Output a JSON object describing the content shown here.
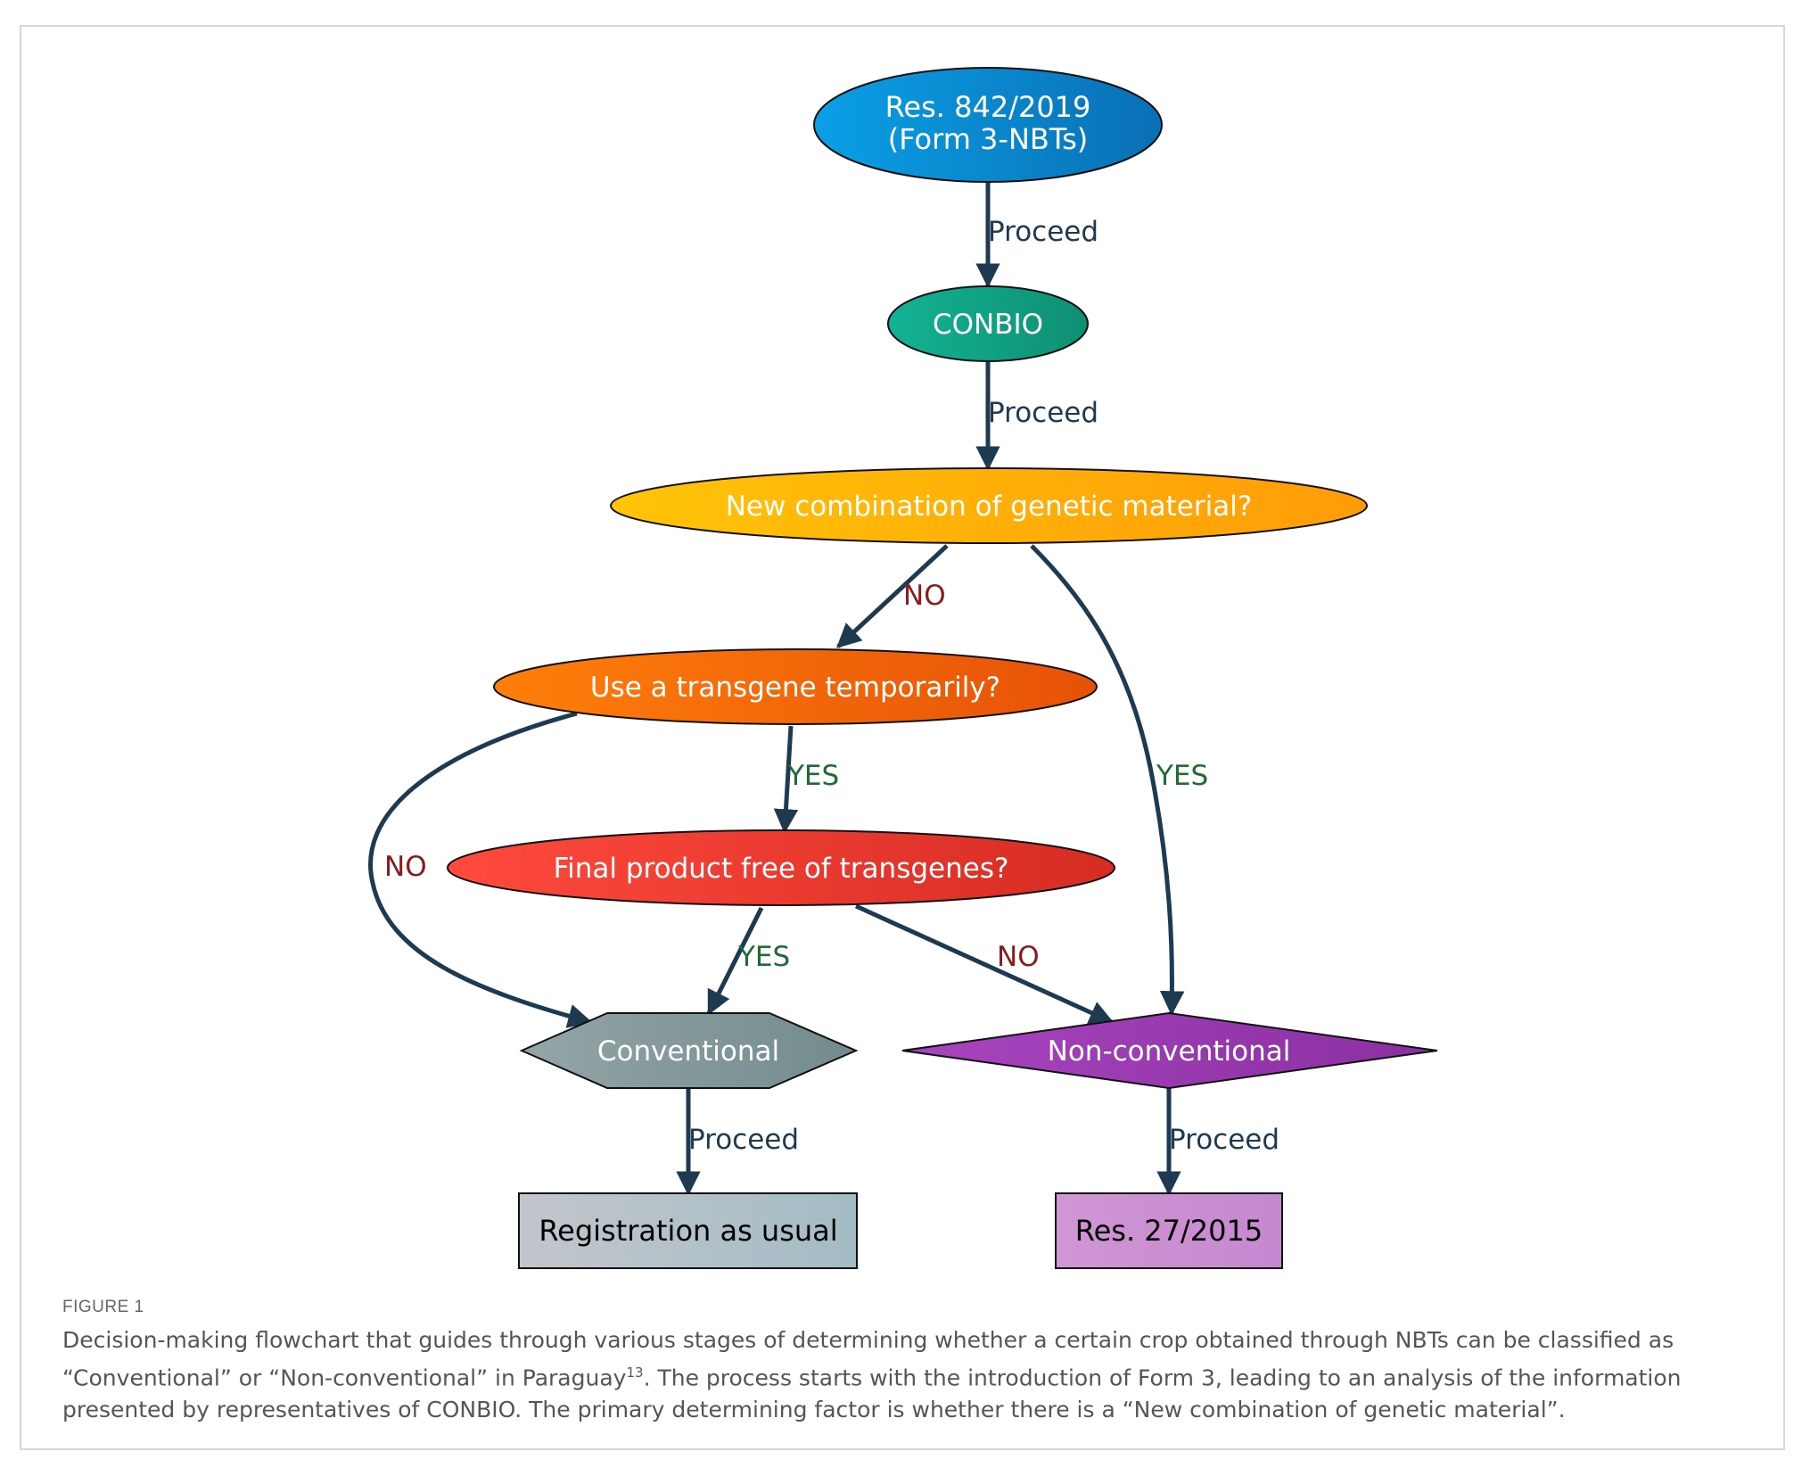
{
  "figure_label": "FIGURE 1",
  "caption": {
    "part1": "Decision-making flowchart that guides through various stages of determining whether a certain crop obtained through NBTs can be classified as “Conventional” or “Non-conventional” in Paraguay",
    "ref": "13",
    "part2": ". The process starts with the introduction of Form 3, leading to an analysis of the information presented by representatives of CONBIO. The primary determining factor is whether there is a “New combination of genetic material”."
  },
  "nodes": {
    "res842": {
      "line1": "Res. 842/2019",
      "line2": "(Form 3-NBTs)",
      "color": "#1a8fd8"
    },
    "conbio": {
      "label": "CONBIO",
      "color": "#16a085"
    },
    "newcombo": {
      "label": "New combination of genetic material?",
      "color": "#ffb300"
    },
    "transgene": {
      "label": "Use a transgene temporarily?",
      "color": "#f46b08"
    },
    "final": {
      "label": "Final product free of transgenes?",
      "color": "#e8372c"
    },
    "conventional": {
      "label": "Conventional",
      "color": "#839a9c"
    },
    "nonconventional": {
      "label": "Non-conventional",
      "color": "#9b3bb0"
    },
    "registration": {
      "label": "Registration as usual",
      "color": "#b5c0c4"
    },
    "res27": {
      "label": "Res. 27/2015",
      "color": "#c990d0"
    }
  },
  "edges": {
    "e1": "Proceed",
    "e2": "Proceed",
    "e3_no": "NO",
    "e4_yes": "YES",
    "e5_no": "NO",
    "e6_yes": "YES",
    "e7_yes": "YES",
    "e8_no": "NO",
    "e9": "Proceed",
    "e10": "Proceed"
  },
  "colors": {
    "edge": "#1e3a50",
    "proceed_label": "#1e3a50",
    "no_label": "#8b1a1a",
    "yes_label": "#1e6b33"
  }
}
